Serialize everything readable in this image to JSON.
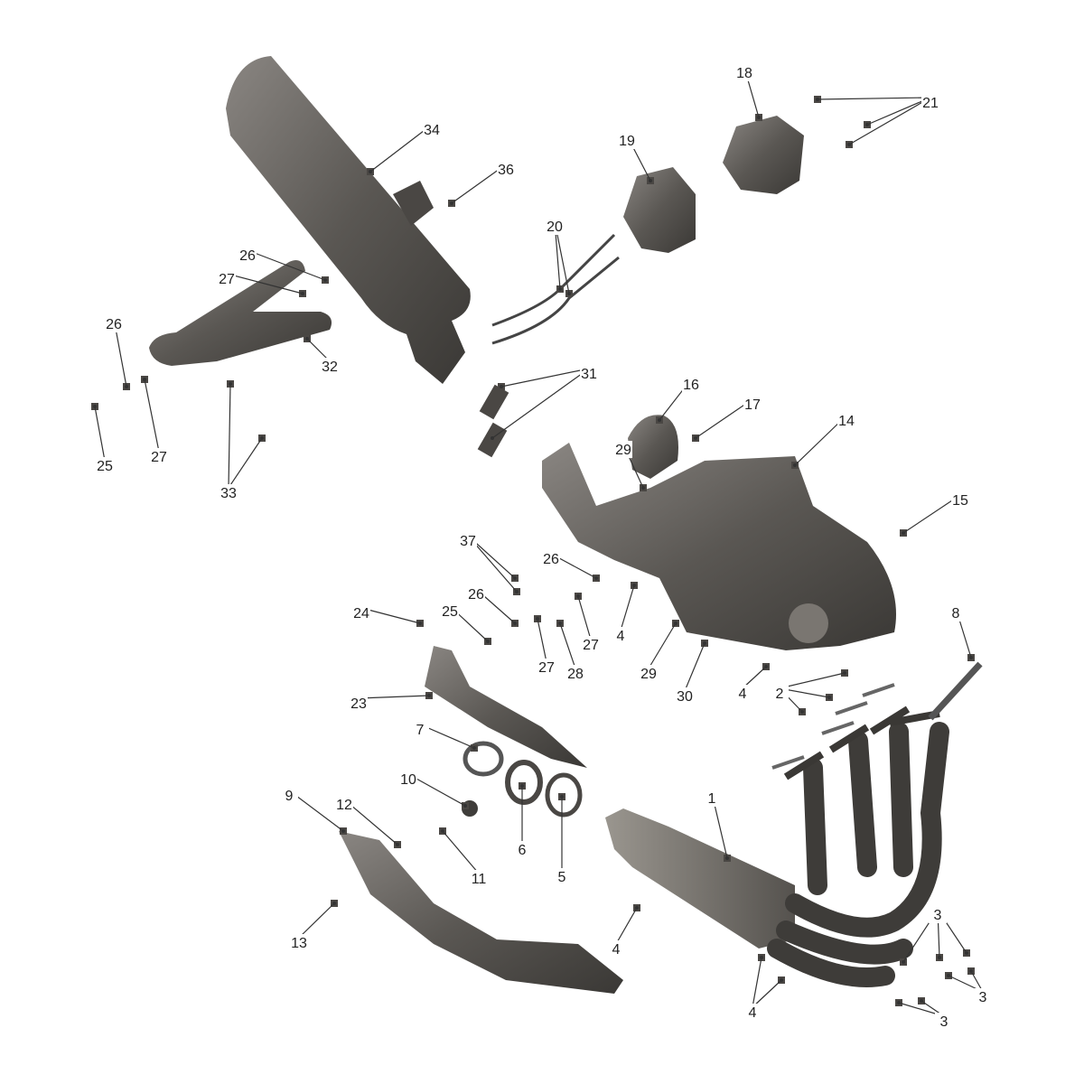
{
  "diagram": {
    "type": "exploded-parts-diagram",
    "part_color": "#5a5753",
    "callouts": [
      {
        "number": "34"
      },
      {
        "number": "36"
      },
      {
        "number": "19"
      },
      {
        "number": "18"
      },
      {
        "number": "21"
      },
      {
        "number": "20"
      },
      {
        "number": "26"
      },
      {
        "number": "27"
      },
      {
        "number": "26"
      },
      {
        "number": "32"
      },
      {
        "number": "27"
      },
      {
        "number": "25"
      },
      {
        "number": "33"
      },
      {
        "number": "31"
      },
      {
        "number": "16"
      },
      {
        "number": "17"
      },
      {
        "number": "14"
      },
      {
        "number": "29"
      },
      {
        "number": "15"
      },
      {
        "number": "37"
      },
      {
        "number": "26"
      },
      {
        "number": "24"
      },
      {
        "number": "25"
      },
      {
        "number": "26"
      },
      {
        "number": "4"
      },
      {
        "number": "27"
      },
      {
        "number": "27"
      },
      {
        "number": "28"
      },
      {
        "number": "29"
      },
      {
        "number": "30"
      },
      {
        "number": "4"
      },
      {
        "number": "8"
      },
      {
        "number": "2"
      },
      {
        "number": "23"
      },
      {
        "number": "7"
      },
      {
        "number": "10"
      },
      {
        "number": "9"
      },
      {
        "number": "12"
      },
      {
        "number": "6"
      },
      {
        "number": "5"
      },
      {
        "number": "11"
      },
      {
        "number": "1"
      },
      {
        "number": "13"
      },
      {
        "number": "4"
      },
      {
        "number": "4"
      },
      {
        "number": "3"
      },
      {
        "number": "3"
      },
      {
        "number": "3"
      }
    ]
  }
}
